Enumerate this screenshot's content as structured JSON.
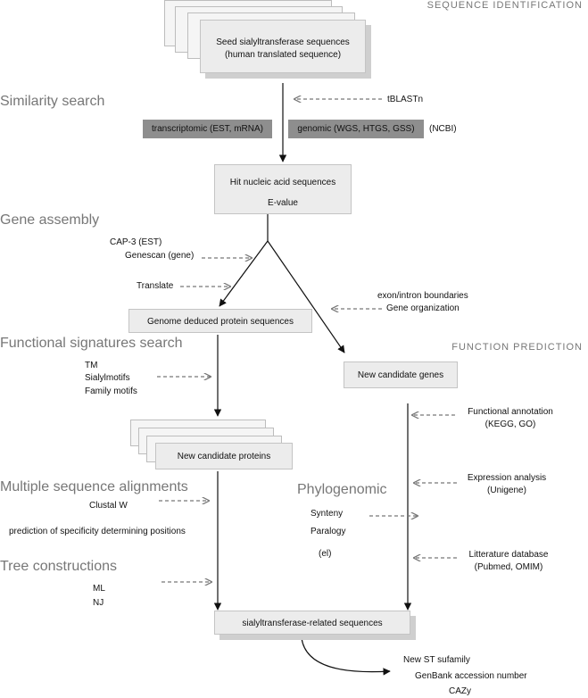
{
  "captions": {
    "sequence_identification": "SEQUENCE IDENTIFICATION",
    "function_prediction": "FUNCTION PREDICTION"
  },
  "sections": {
    "similarity_search": "Similarity search",
    "gene_assembly": "Gene  assembly",
    "functional_signatures": "Functional signatures search",
    "multiple_alignments": "Multiple sequence alignments",
    "tree_constructions": "Tree constructions",
    "phylogenomic": "Phylogenomic"
  },
  "boxes": {
    "seed_line1": "Seed sialyltransferase sequences",
    "seed_line2": "(human translated sequence)",
    "transcriptomic": "transcriptomic (EST, mRNA)",
    "genomic": "genomic (WGS, HTGS, GSS)",
    "ncbi": "(NCBI)",
    "hit_line1": "Hit nucleic acid sequences",
    "hit_line2": "E-value",
    "genome_deduced": "Genome deduced protein sequences",
    "new_candidate_genes": "New candidate genes",
    "new_candidate_proteins": "New candidate proteins",
    "st_related": "sialyltransferase-related sequences"
  },
  "tools": {
    "tblastn": "tBLASTn",
    "cap3": "CAP-3 (EST)",
    "genescan": "Genescan (gene)",
    "translate": "Translate",
    "exon_intron": "exon/intron boundaries",
    "gene_organization": "Gene organization",
    "tm": "TM",
    "sialylmotifs": "Sialylmotifs",
    "family_motifs": "Family motifs",
    "clustal": "Clustal W",
    "prediction_sdp": "prediction of specificity determining positions",
    "ml": "ML",
    "nj": "NJ",
    "synteny": "Synteny",
    "paralogy": "Paralogy",
    "el": "(el)",
    "functional_annotation_1": "Functional annotation",
    "functional_annotation_2": "(KEGG, GO)",
    "expression_1": "Expression analysis",
    "expression_2": "(Unigene)",
    "litterature_1": "Litterature database",
    "litterature_2": "(Pubmed, OMIM)"
  },
  "outputs": {
    "new_st": "New ST sufamily",
    "genbank": "GenBank accession number",
    "cazy": "CAZy"
  }
}
